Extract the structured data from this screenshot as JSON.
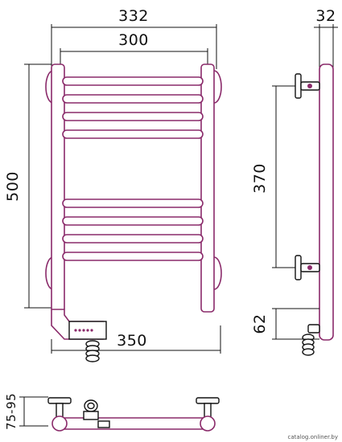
{
  "dimensions": {
    "top_overall_width": "332",
    "top_inner_width": "300",
    "depth": "32",
    "height": "500",
    "mount_spacing": "370",
    "bottom_offset": "62",
    "bottom_width": "350",
    "wall_distance": "75-95"
  },
  "watermark": "catalog.onliner.by",
  "colors": {
    "pipe": "#8a2a6a",
    "ink": "#111111"
  }
}
